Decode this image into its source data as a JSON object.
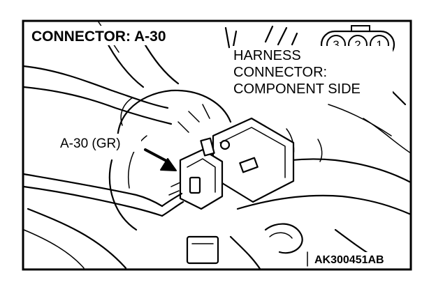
{
  "title": "CONNECTOR: A-30",
  "harness_label": [
    "HARNESS",
    "CONNECTOR:",
    "COMPONENT SIDE"
  ],
  "connector_pins": [
    "3",
    "2",
    "1"
  ],
  "callout_label": "A-30 (GR)",
  "figure_code": "AK300451AB"
}
